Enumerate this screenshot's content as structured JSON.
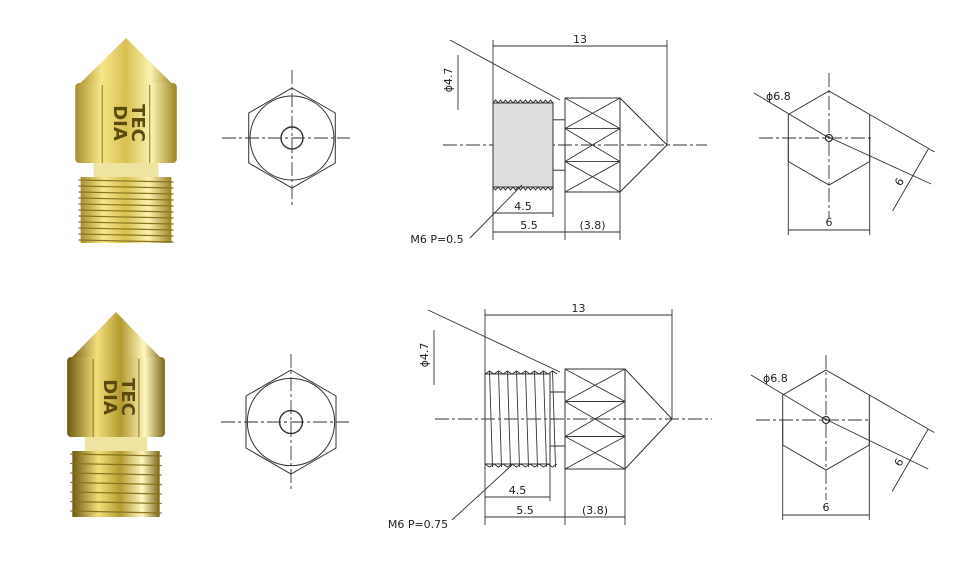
{
  "rows": [
    {
      "name": "nozzle-m6-p0-5",
      "logo": [
        "TEC",
        "DIA"
      ],
      "dims": {
        "overall": "13",
        "diameter": "ϕ4.7",
        "thread_len": "4.5",
        "body_len": "5.5",
        "hex_len": "(3.8)",
        "thread_spec": "M6 P=0.5",
        "hex_diameter": "ϕ6.8",
        "hex_width": "6",
        "hex_across": "6"
      }
    },
    {
      "name": "nozzle-m6-p0-75",
      "logo": [
        "TEC",
        "DIA"
      ],
      "dims": {
        "overall": "13",
        "diameter": "ϕ4.7",
        "thread_len": "4.5",
        "body_len": "5.5",
        "hex_len": "(3.8)",
        "thread_spec": "M6 P=0.75",
        "hex_diameter": "ϕ6.8",
        "hex_width": "6",
        "hex_across": "6"
      }
    }
  ],
  "colors": {
    "line": "#333333",
    "brass": "#d9c25a",
    "brass_dark": "#8a7420",
    "brass_light": "#fbf3b0"
  }
}
